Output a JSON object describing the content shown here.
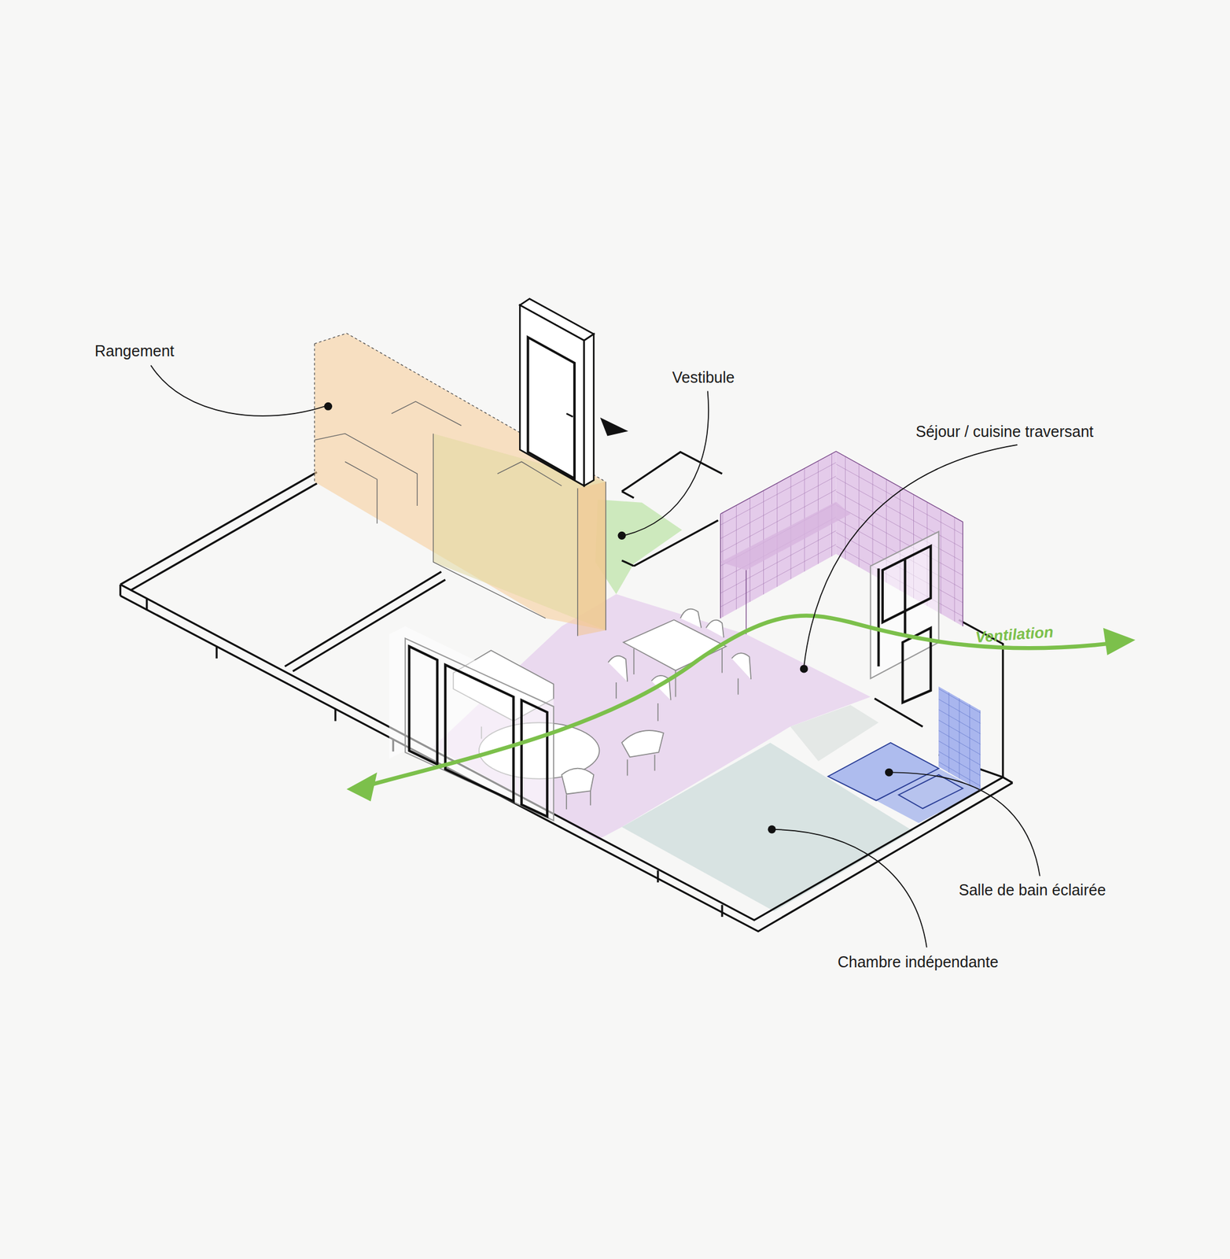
{
  "diagram": {
    "labels": [
      "Rangement",
      "Vestibule",
      "Séjour / cuisine traversant",
      "Ventilation",
      "Salle de bain éclairée",
      "Chambre indépendante"
    ]
  }
}
